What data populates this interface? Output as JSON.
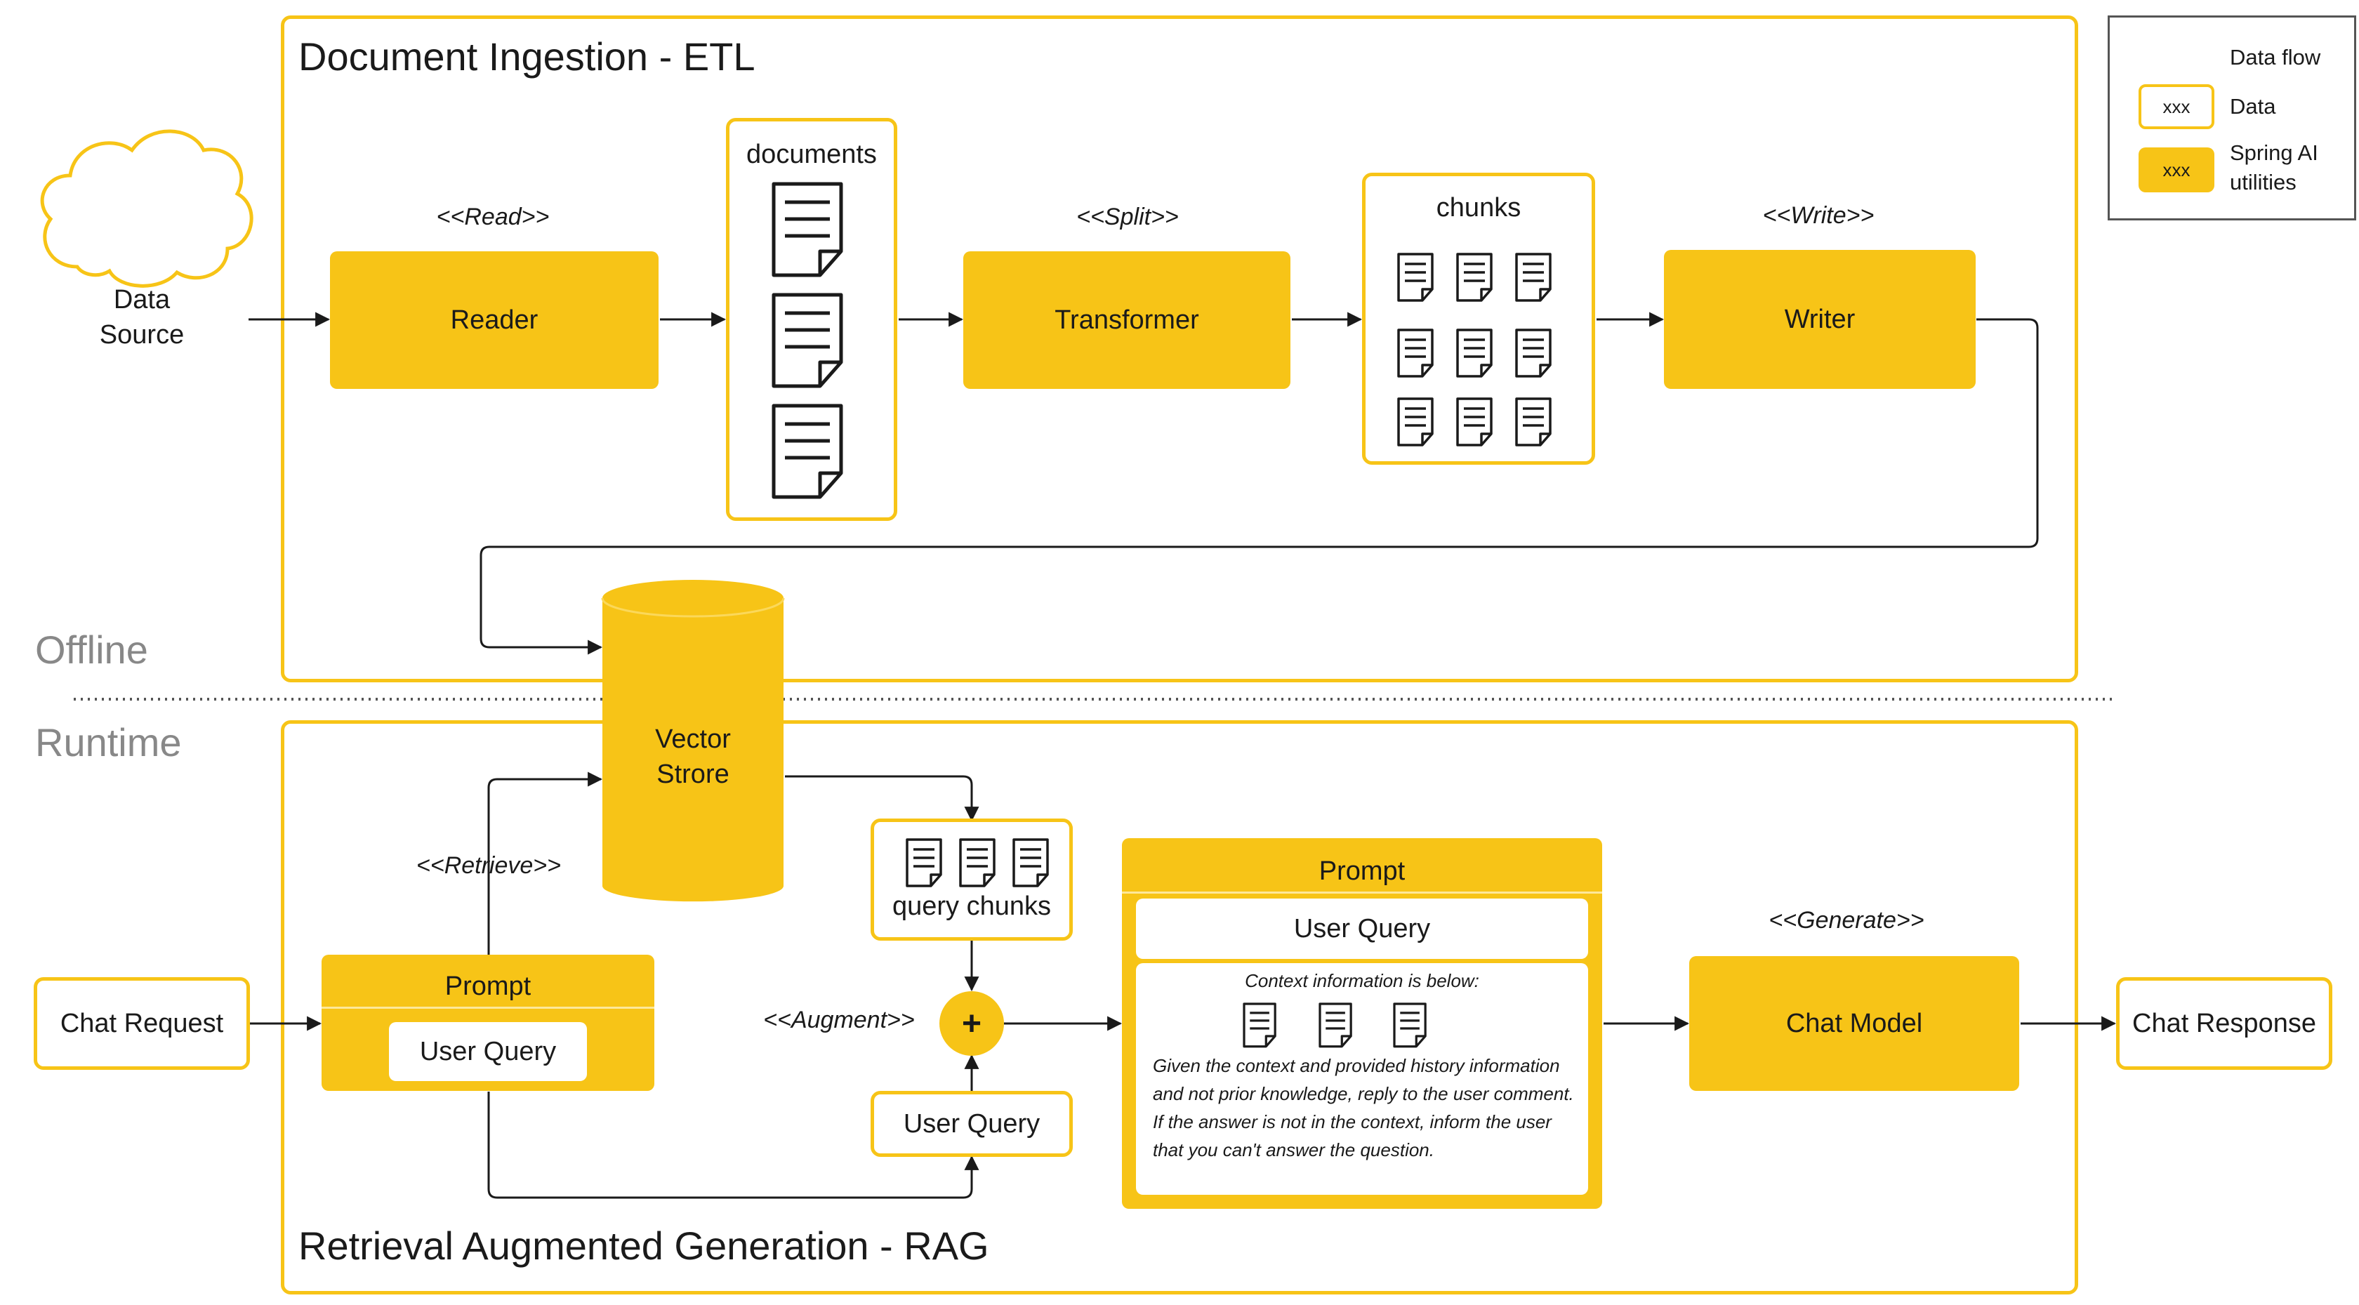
{
  "sections": {
    "etl_title": "Document Ingestion - ETL",
    "rag_title": "Retrieval Augmented Generation - RAG",
    "offline": "Offline",
    "runtime": "Runtime"
  },
  "etl": {
    "data_source": [
      "Data",
      "Source"
    ],
    "reader": "Reader",
    "read_stereo": "<<Read>>",
    "documents": "documents",
    "transformer": "Transformer",
    "split_stereo": "<<Split>>",
    "chunks": "chunks",
    "writer": "Writer",
    "write_stereo": "<<Write>>"
  },
  "vector_store": [
    "Vector",
    "Strore"
  ],
  "rag": {
    "chat_request": "Chat Request",
    "prompt_left_title": "Prompt",
    "prompt_left_query": "User Query",
    "retrieve_stereo": "<<Retrieve>>",
    "query_chunks": "query chunks",
    "augment_stereo": "<<Augment>>",
    "plus": "+",
    "user_query": "User Query",
    "prompt_right_title": "Prompt",
    "prompt_right_query": "User Query",
    "context_heading": "Context information is below:",
    "context_body": "Given the context and provided history information and not prior knowledge, reply to the user comment. If the answer is not in the context, inform the user that you can't answer the question.",
    "generate_stereo": "<<Generate>>",
    "chat_model": "Chat Model",
    "chat_response": "Chat Response"
  },
  "legend": {
    "data_flow": "Data flow",
    "data_sample": "xxx",
    "data": "Data",
    "spring_sample": "xxx",
    "spring": [
      "Spring AI",
      "utilities"
    ]
  },
  "colors": {
    "accent": "#f7c417",
    "line": "#1a1a1a",
    "phase_text": "#888888"
  }
}
